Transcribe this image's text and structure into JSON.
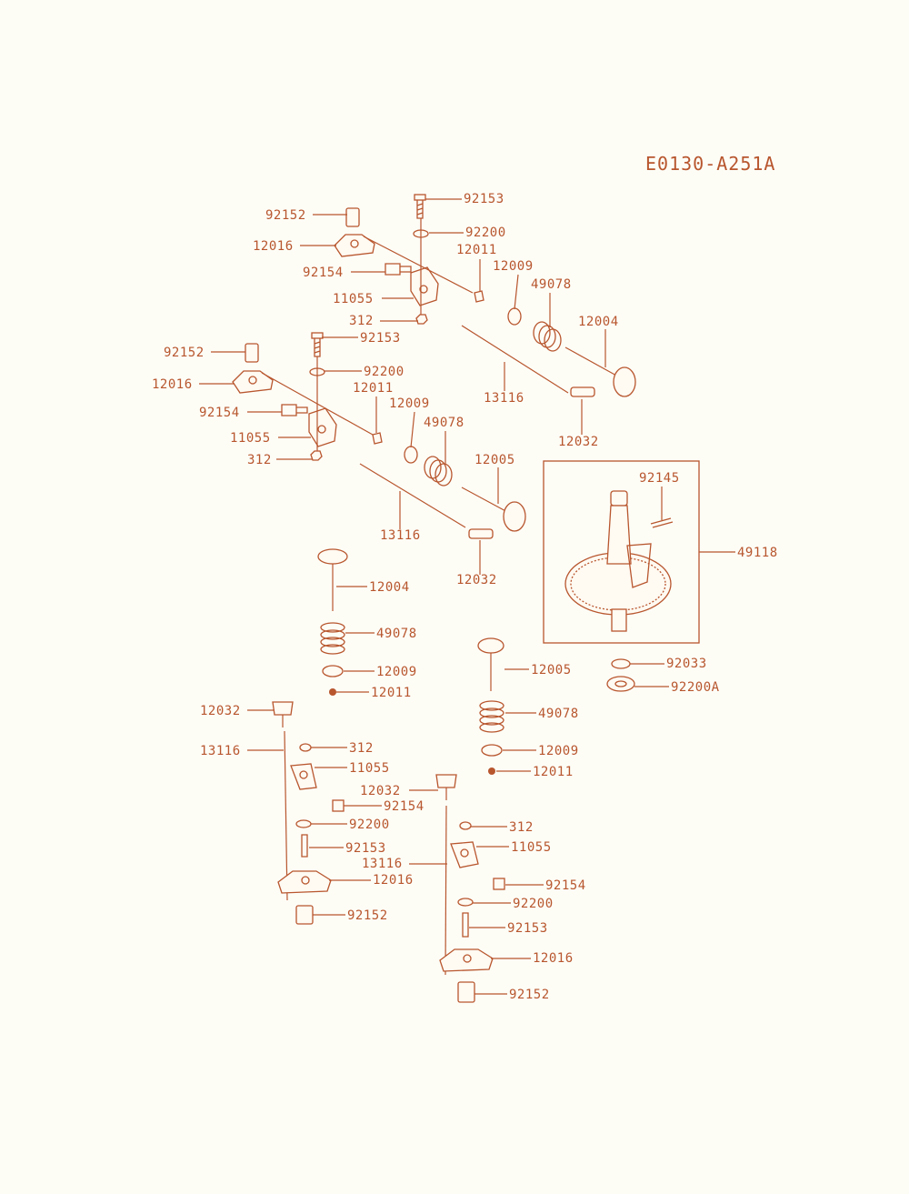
{
  "diagram": {
    "code": "E0130-A251A",
    "colors": {
      "ink": "#b8562e",
      "paper": "#fdfdf6"
    },
    "callouts": [
      {
        "id": "c1",
        "label": "92153"
      },
      {
        "id": "c2",
        "label": "92152"
      },
      {
        "id": "c3",
        "label": "92200"
      },
      {
        "id": "c4",
        "label": "12016"
      },
      {
        "id": "c5",
        "label": "12011"
      },
      {
        "id": "c6",
        "label": "92154"
      },
      {
        "id": "c7",
        "label": "12009"
      },
      {
        "id": "c8",
        "label": "49078"
      },
      {
        "id": "c9",
        "label": "11055"
      },
      {
        "id": "c10",
        "label": "12004"
      },
      {
        "id": "c11",
        "label": "312"
      },
      {
        "id": "c12",
        "label": "92152"
      },
      {
        "id": "c13",
        "label": "92153"
      },
      {
        "id": "c14",
        "label": "92200"
      },
      {
        "id": "c15",
        "label": "12016"
      },
      {
        "id": "c16",
        "label": "13116"
      },
      {
        "id": "c17",
        "label": "12011"
      },
      {
        "id": "c18",
        "label": "12009"
      },
      {
        "id": "c19",
        "label": "92154"
      },
      {
        "id": "c20",
        "label": "49078"
      },
      {
        "id": "c21",
        "label": "12032"
      },
      {
        "id": "c22",
        "label": "11055"
      },
      {
        "id": "c23",
        "label": "312"
      },
      {
        "id": "c24",
        "label": "12005"
      },
      {
        "id": "c25",
        "label": "92145"
      },
      {
        "id": "c26",
        "label": "13116"
      },
      {
        "id": "c27",
        "label": "49118"
      },
      {
        "id": "c28",
        "label": "12032"
      },
      {
        "id": "c29",
        "label": "12004"
      },
      {
        "id": "c30",
        "label": "49078"
      },
      {
        "id": "c31",
        "label": "92033"
      },
      {
        "id": "c32",
        "label": "12009"
      },
      {
        "id": "c33",
        "label": "12005"
      },
      {
        "id": "c34",
        "label": "92200A"
      },
      {
        "id": "c35",
        "label": "12011"
      },
      {
        "id": "c36",
        "label": "12032"
      },
      {
        "id": "c37",
        "label": "49078"
      },
      {
        "id": "c38",
        "label": "13116"
      },
      {
        "id": "c39",
        "label": "312"
      },
      {
        "id": "c40",
        "label": "12009"
      },
      {
        "id": "c41",
        "label": "11055"
      },
      {
        "id": "c42",
        "label": "12011"
      },
      {
        "id": "c43",
        "label": "12032"
      },
      {
        "id": "c44",
        "label": "92154"
      },
      {
        "id": "c45",
        "label": "92200"
      },
      {
        "id": "c46",
        "label": "312"
      },
      {
        "id": "c47",
        "label": "92153"
      },
      {
        "id": "c48",
        "label": "11055"
      },
      {
        "id": "c49",
        "label": "13116"
      },
      {
        "id": "c50",
        "label": "12016"
      },
      {
        "id": "c51",
        "label": "92154"
      },
      {
        "id": "c52",
        "label": "92152"
      },
      {
        "id": "c53",
        "label": "92200"
      },
      {
        "id": "c54",
        "label": "92153"
      },
      {
        "id": "c55",
        "label": "12016"
      },
      {
        "id": "c56",
        "label": "92152"
      }
    ]
  }
}
